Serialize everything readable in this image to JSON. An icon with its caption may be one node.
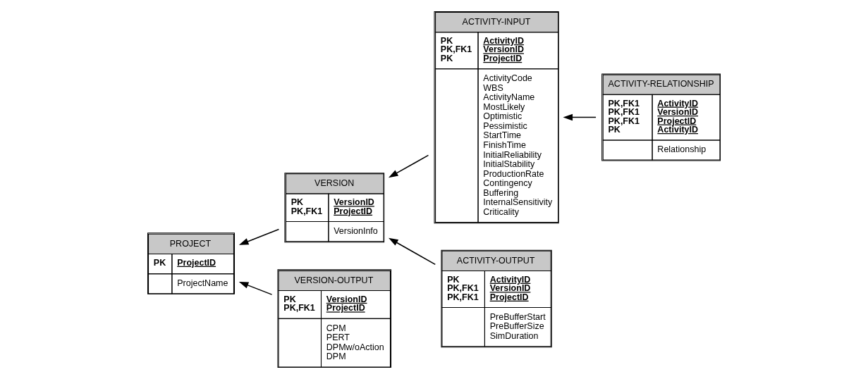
{
  "diagram": {
    "nodes": [
      {
        "text": [
          "PROJECT",
          "PK",
          "ProjectID",
          "ProjectName"
        ]
      },
      {
        "text": [
          "VERSION",
          "PK",
          "VersionID",
          "PK,FK1",
          "ProjectID",
          "VersionInfo"
        ]
      },
      {
        "text": [
          "ACTIVITY-INPUT",
          "PK",
          "ActivityID",
          "PK,FK1",
          "VersionID",
          "PK",
          "ProjectID",
          "ActivityCode",
          "WBS",
          "ActivityName",
          "MostLikely",
          "Optimistic",
          "Pessimistic",
          "StartTime",
          "FinishTime",
          "InitialReliability",
          "InitialStability",
          "ProductionRate",
          "Contingency",
          "Buffering",
          "InternalSensitivity",
          "Criticality"
        ]
      },
      {
        "text": [
          "ACTIVITY-RELATIONSHIP",
          "PK,FK1",
          "ActivityID",
          "PK,FK1",
          "VersionID",
          "PK,FK1",
          "ProjectID",
          "PK",
          "ActivityID",
          "Relationship"
        ]
      },
      {
        "text": [
          "VERSION-OUTPUT",
          "PK",
          "VersionID",
          "PK,FK1",
          "ProjectID",
          "CPM",
          "PERT",
          "DPMw/oAction",
          "DPM"
        ]
      },
      {
        "text": [
          "ACTIVITY-OUTPUT",
          "PK",
          "ActivityID",
          "PK,FK1",
          "VersionID",
          "PK,FK1",
          "ProjectID",
          "PreBufferStart",
          "PreBufferSize",
          "SimDuration"
        ]
      }
    ],
    "edges": [
      {
        "from": 1,
        "to": 0,
        "arrow": "to"
      },
      {
        "from": 2,
        "to": 1,
        "arrow": "to"
      },
      {
        "from": 3,
        "to": 2,
        "arrow": "to"
      },
      {
        "from": 4,
        "to": 0,
        "arrow": "to"
      },
      {
        "from": 5,
        "to": 1,
        "arrow": "to"
      }
    ]
  }
}
